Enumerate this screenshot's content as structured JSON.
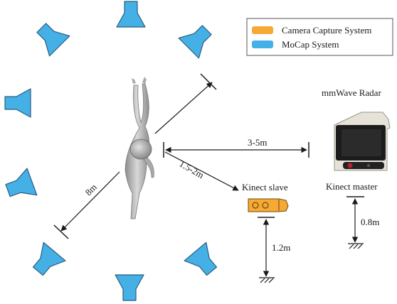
{
  "legend": {
    "items": [
      {
        "label": "Camera Capture System",
        "color": "#F7A935"
      },
      {
        "label": "MoCap System",
        "color": "#45B0E5"
      }
    ]
  },
  "labels": {
    "radar": "mmWave Radar",
    "kinect_master": "Kinect master",
    "kinect_slave": "Kinect slave",
    "distance_radar": "3-5m",
    "distance_slave": "1.5-2m",
    "diameter": "8m",
    "height_slave": "1.2m",
    "height_master": "0.8m"
  },
  "colors": {
    "mocap": "#45B0E5",
    "camera": "#F7A935",
    "line": "#1a1a1a",
    "figure": "#b5b5b5"
  },
  "icons": {
    "mocap_camera": "mocap-camera-icon",
    "person": "human-figure-icon",
    "radar": "radar-device-icon",
    "kinect": "kinect-sensor-icon",
    "ground": "ground-symbol-icon"
  }
}
